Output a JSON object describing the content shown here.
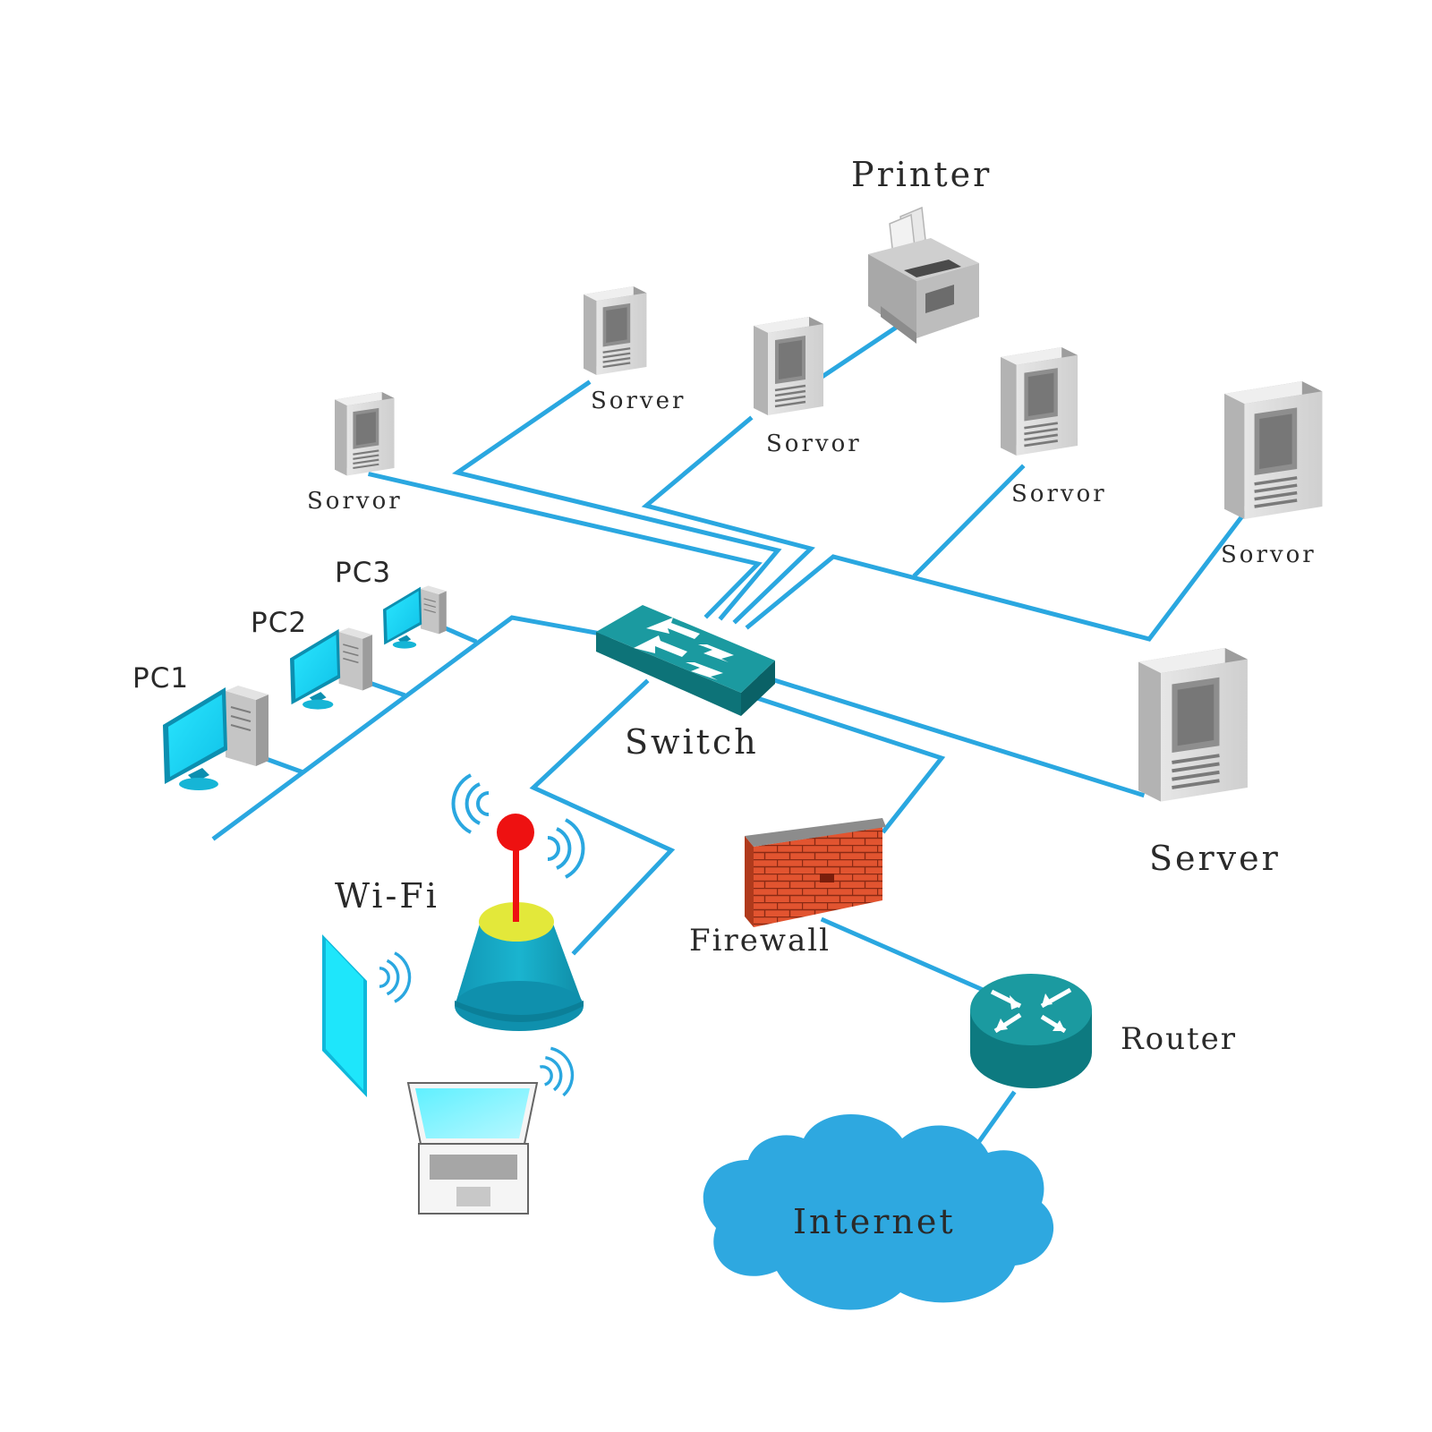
{
  "labels": {
    "printer": "Printer",
    "server_1": "Sorvor",
    "server_2": "Sorver",
    "server_3": "Sorvor",
    "server_4": "Sorvor",
    "server_5": "Sorvor",
    "server_main": "Server",
    "pc1": "PC1",
    "pc2": "PC2",
    "pc3": "PC3",
    "switch": "Switch",
    "wifi": "Wi-Fi",
    "firewall": "Firewall",
    "router": "Router",
    "internet": "Internet"
  },
  "colors": {
    "wire": "#2aa7e0",
    "switch": "#1b9aa0",
    "router": "#1b9aa0",
    "cloud": "#2ea8e0",
    "brick": "#e0502f",
    "screen": "#19d8f3",
    "server_gray": "#cfcfcf",
    "antenna": "#ee1111",
    "wifi_top": "#e3e83a"
  },
  "icons": [
    "printer-icon",
    "server-icon",
    "desktop-pc-icon",
    "network-switch-icon",
    "wifi-access-point-icon",
    "signal-waves-icon",
    "tablet-icon",
    "laptop-icon",
    "firewall-icon",
    "router-icon",
    "cloud-icon"
  ]
}
